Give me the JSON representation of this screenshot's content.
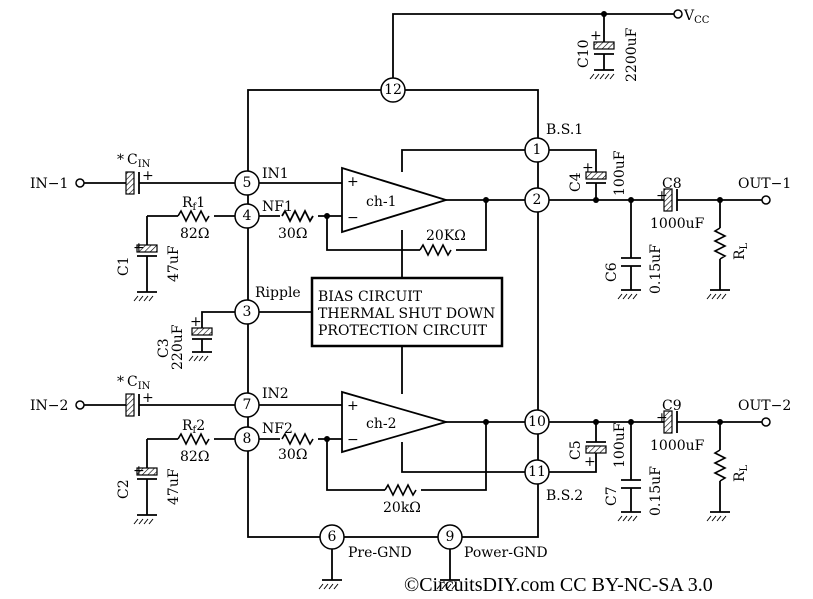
{
  "supply": {
    "label": "V",
    "sub": "CC"
  },
  "pins": [
    {
      "id": "p12",
      "num": "12"
    },
    {
      "id": "p1",
      "num": "1"
    },
    {
      "id": "p5",
      "num": "5"
    },
    {
      "id": "p2",
      "num": "2"
    },
    {
      "id": "p4",
      "num": "4"
    },
    {
      "id": "p3",
      "num": "3"
    },
    {
      "id": "p7",
      "num": "7"
    },
    {
      "id": "p10",
      "num": "10"
    },
    {
      "id": "p8",
      "num": "8"
    },
    {
      "id": "p11",
      "num": "11"
    },
    {
      "id": "p6",
      "num": "6"
    },
    {
      "id": "p9",
      "num": "9"
    }
  ],
  "pin_labels": {
    "bs1": "B.S.1",
    "bs2": "B.S.2",
    "in1": "IN1",
    "nf1": "NF1",
    "in2": "IN2",
    "nf2": "NF2",
    "ripple": "Ripple",
    "pregnd": "Pre-GND",
    "powergnd": "Power-GND"
  },
  "amplifiers": {
    "ch1": "ch-1",
    "ch2": "ch-2",
    "plus": "+",
    "minus": "−"
  },
  "bias_block": [
    "BIAS CIRCUIT",
    "THERMAL SHUT DOWN",
    "PROTECTION CIRCUIT"
  ],
  "terminals": {
    "in1": "IN−1",
    "in2": "IN−2",
    "out1": "OUT−1",
    "out2": "OUT−2"
  },
  "components": {
    "cin_star": "*",
    "cin_label": "C",
    "cin_sub": "IN",
    "rf1_label": "R",
    "rf1_sub": "f",
    "rf1_num": "1",
    "rf1_value": "82Ω",
    "rf2_label": "R",
    "rf2_sub": "f",
    "rf2_num": "2",
    "rf2_value": "82Ω",
    "r30_1": "30Ω",
    "r30_2": "30Ω",
    "r20k_1": "20KΩ",
    "r20k_2": "20kΩ",
    "c1": "C1",
    "c1_value": "47uF",
    "c2": "C2",
    "c2_value": "47uF",
    "c3": "C3",
    "c3_value": "220uF",
    "c4": "C4",
    "c4_value": "100uF",
    "c5": "C5",
    "c5_value": "100uF",
    "c6": "C6",
    "c6_value": "0.15uF",
    "c7": "C7",
    "c7_value": "0.15uF",
    "c8": "C8",
    "c8_value": "1000uF",
    "c9": "C9",
    "c9_value": "1000uF",
    "c10": "C10",
    "c10_value": "2200uF",
    "rl_label": "R",
    "rl_sub": "L",
    "plus": "+"
  },
  "footer": "©CircuitsDIY.com CC BY-NC-SA 3.0"
}
